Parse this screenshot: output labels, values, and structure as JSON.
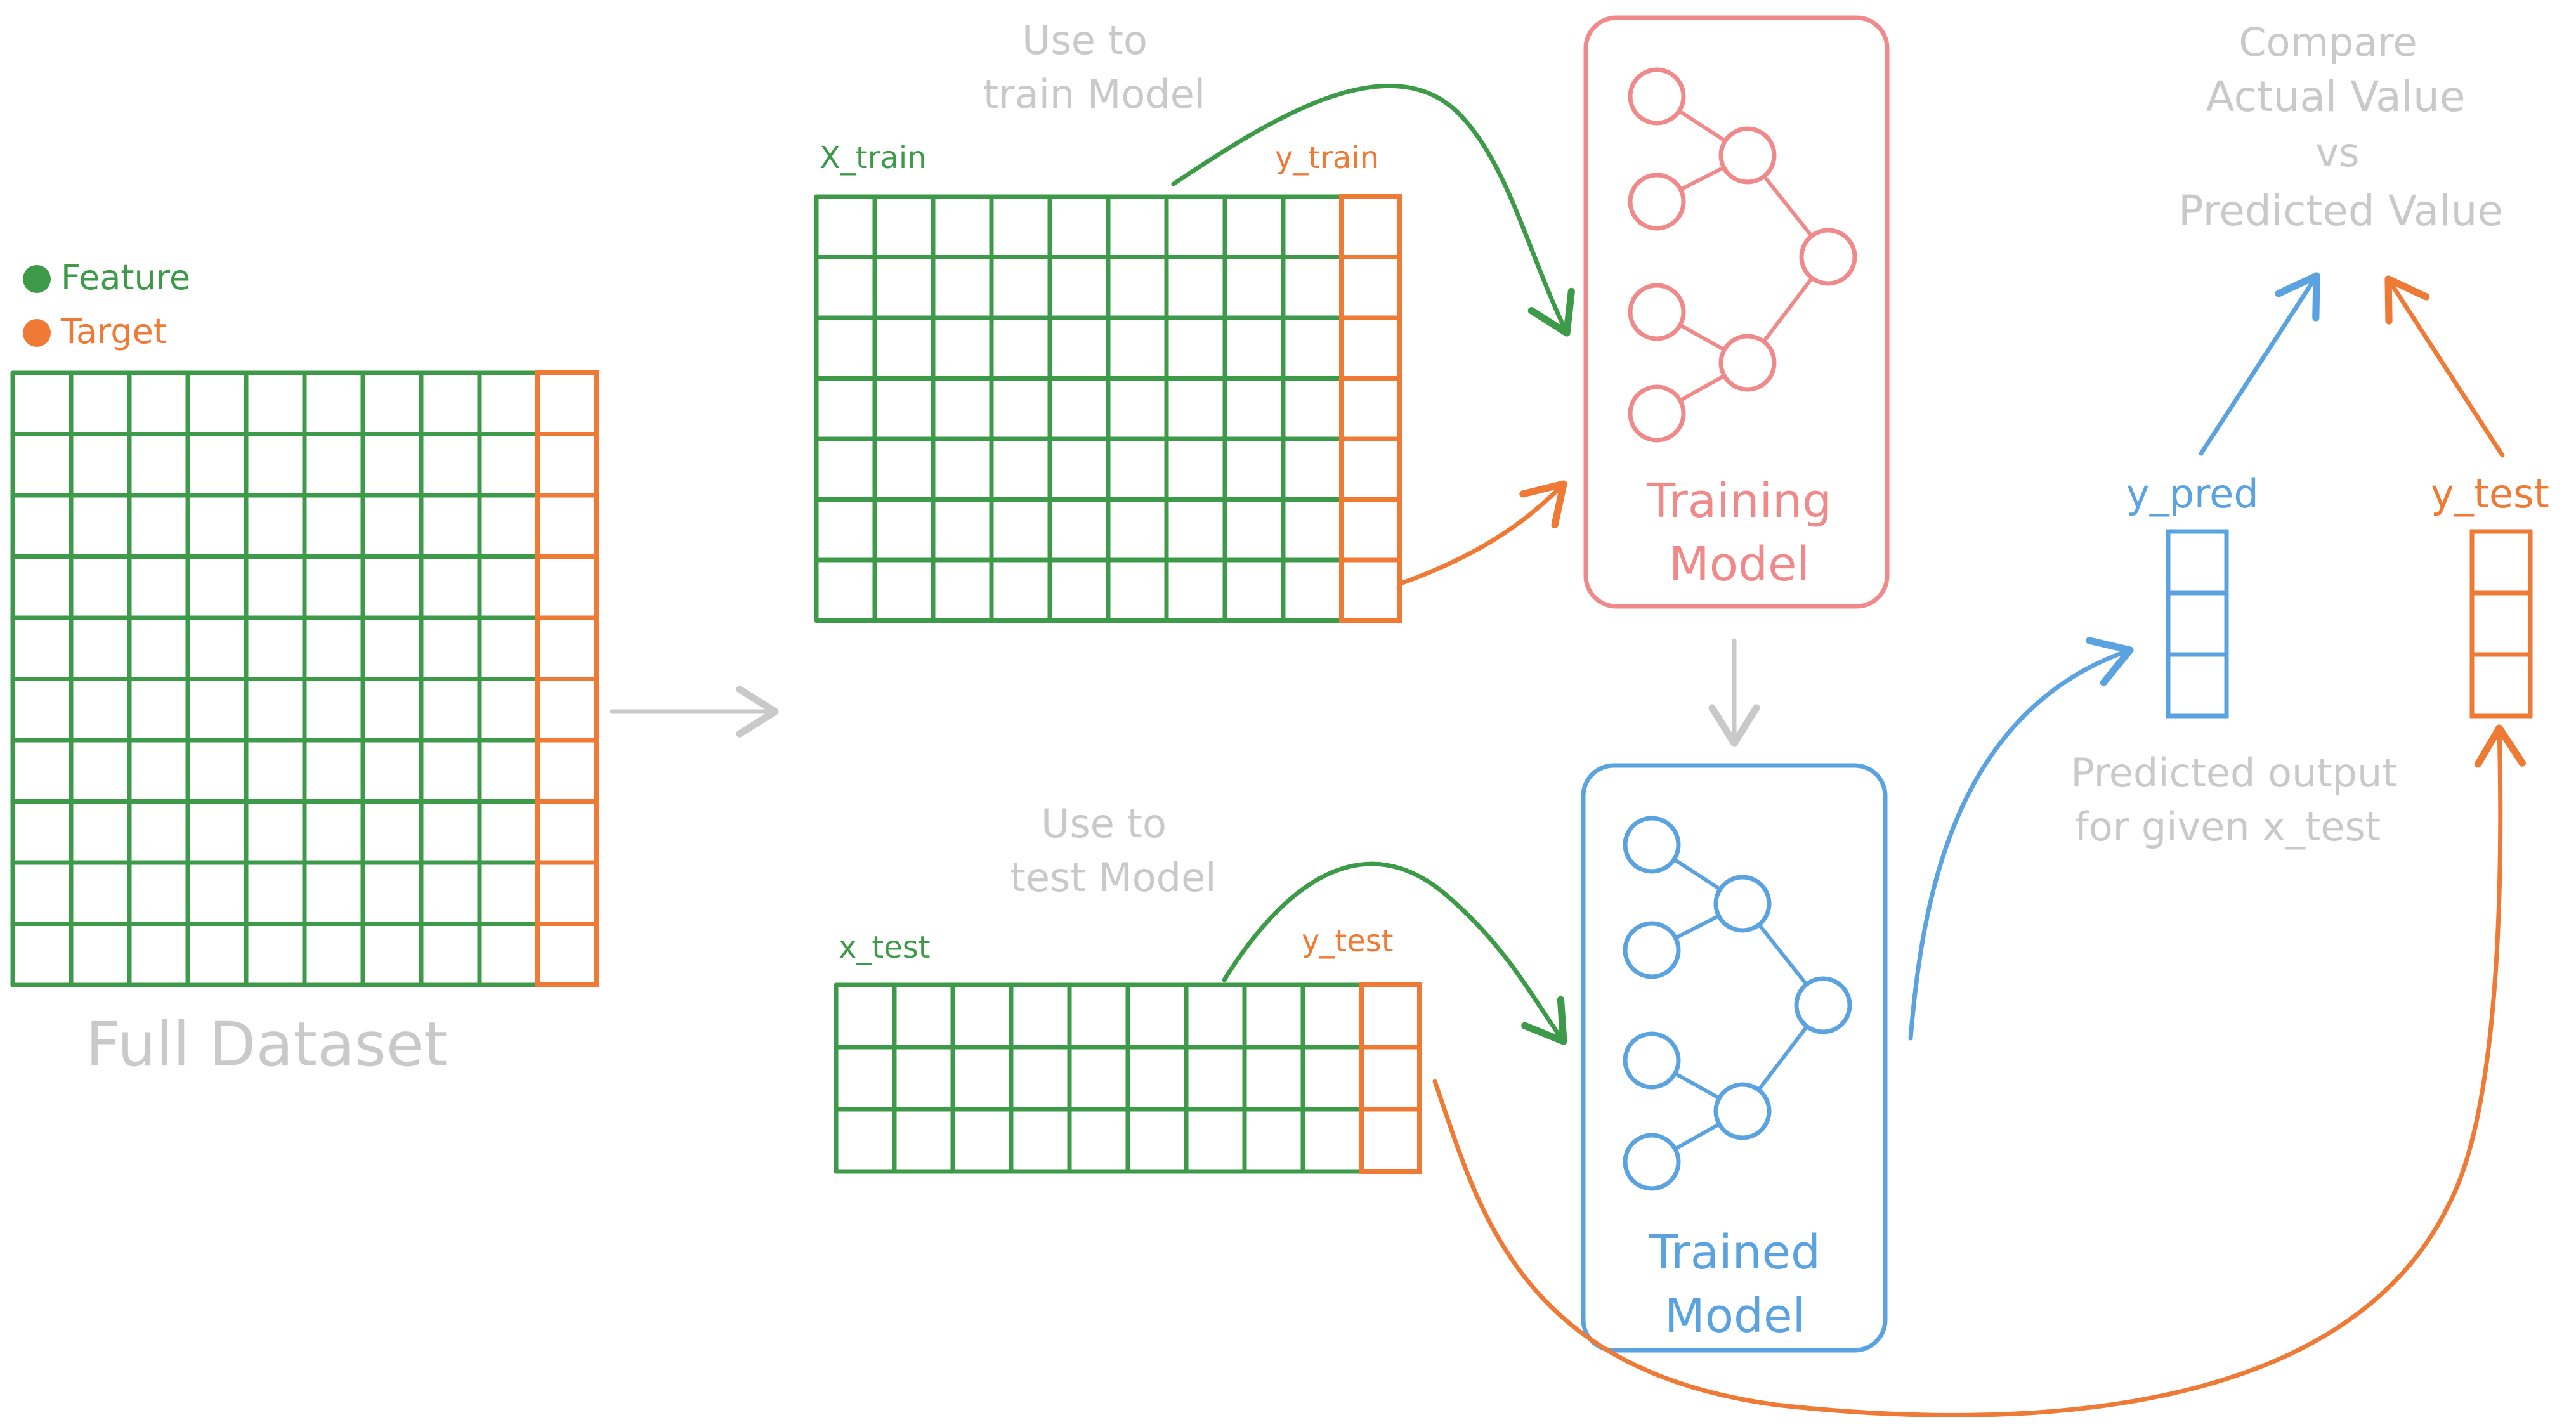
{
  "colors": {
    "feature": "#3d9a48",
    "target": "#ef7a35",
    "training": "#f08a8a",
    "trained": "#5ba3e0",
    "muted": "#c9c9c9"
  },
  "legend": {
    "feature_label": "Feature",
    "target_label": "Target"
  },
  "full_dataset": {
    "caption": "Full Dataset"
  },
  "train_split": {
    "note_line1": "Use to",
    "note_line2": "train Model",
    "x_label": "X_train",
    "y_label": "y_train"
  },
  "test_split": {
    "note_line1": "Use to",
    "note_line2": "test Model",
    "x_label": "x_test",
    "y_label": "y_test"
  },
  "training_model": {
    "line1": "Training",
    "line2": "Model"
  },
  "trained_model": {
    "line1": "Trained",
    "line2": "Model"
  },
  "predicted": {
    "label": "y_pred",
    "note_line1": "Predicted output",
    "note_line2": "for given x_test"
  },
  "actual": {
    "label": "y_test"
  },
  "compare": {
    "line1": "Compare",
    "line2": "Actual Value",
    "line3": "vs",
    "line4": "Predicted Value"
  }
}
